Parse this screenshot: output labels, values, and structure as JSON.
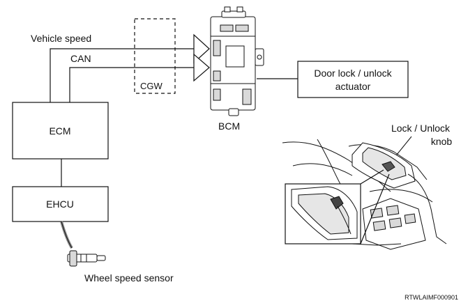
{
  "labels": {
    "vehicle_speed": "Vehicle speed",
    "can": "CAN",
    "cgw": "CGW",
    "bcm": "BCM",
    "door_lock_line1": "Door lock / unlock",
    "door_lock_line2": "actuator",
    "ecm": "ECM",
    "ehcu": "EHCU",
    "wheel_speed_sensor": "Wheel speed sensor",
    "lock_unlock_line1": "Lock / Unlock",
    "lock_unlock_line2": "knob",
    "figure_code": "RTWLAIMF000901"
  },
  "icons": {
    "bcm": "bcm-module-icon",
    "sensor": "wheel-speed-sensor-icon",
    "door_panel": "door-trim-illustration"
  },
  "colors": {
    "line": "#111111",
    "fill": "#ffffff",
    "shade": "#d9d9d9"
  }
}
